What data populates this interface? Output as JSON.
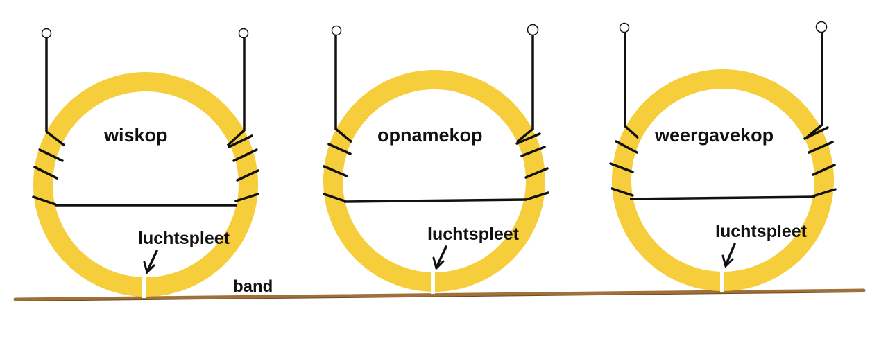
{
  "colors": {
    "core": "#f6cd3b",
    "core_edge": "#e3b52e",
    "wire": "#111111",
    "tape": "#a0703a",
    "tape_edge": "#6e4a1f",
    "gap": "#ffffff"
  },
  "heads": [
    {
      "name": "wiskop",
      "gap_label": "luchtspleet"
    },
    {
      "name": "opnamekop",
      "gap_label": "luchtspleet"
    },
    {
      "name": "weergavekop",
      "gap_label": "luchtspleet"
    }
  ],
  "tape": {
    "label": "band"
  }
}
